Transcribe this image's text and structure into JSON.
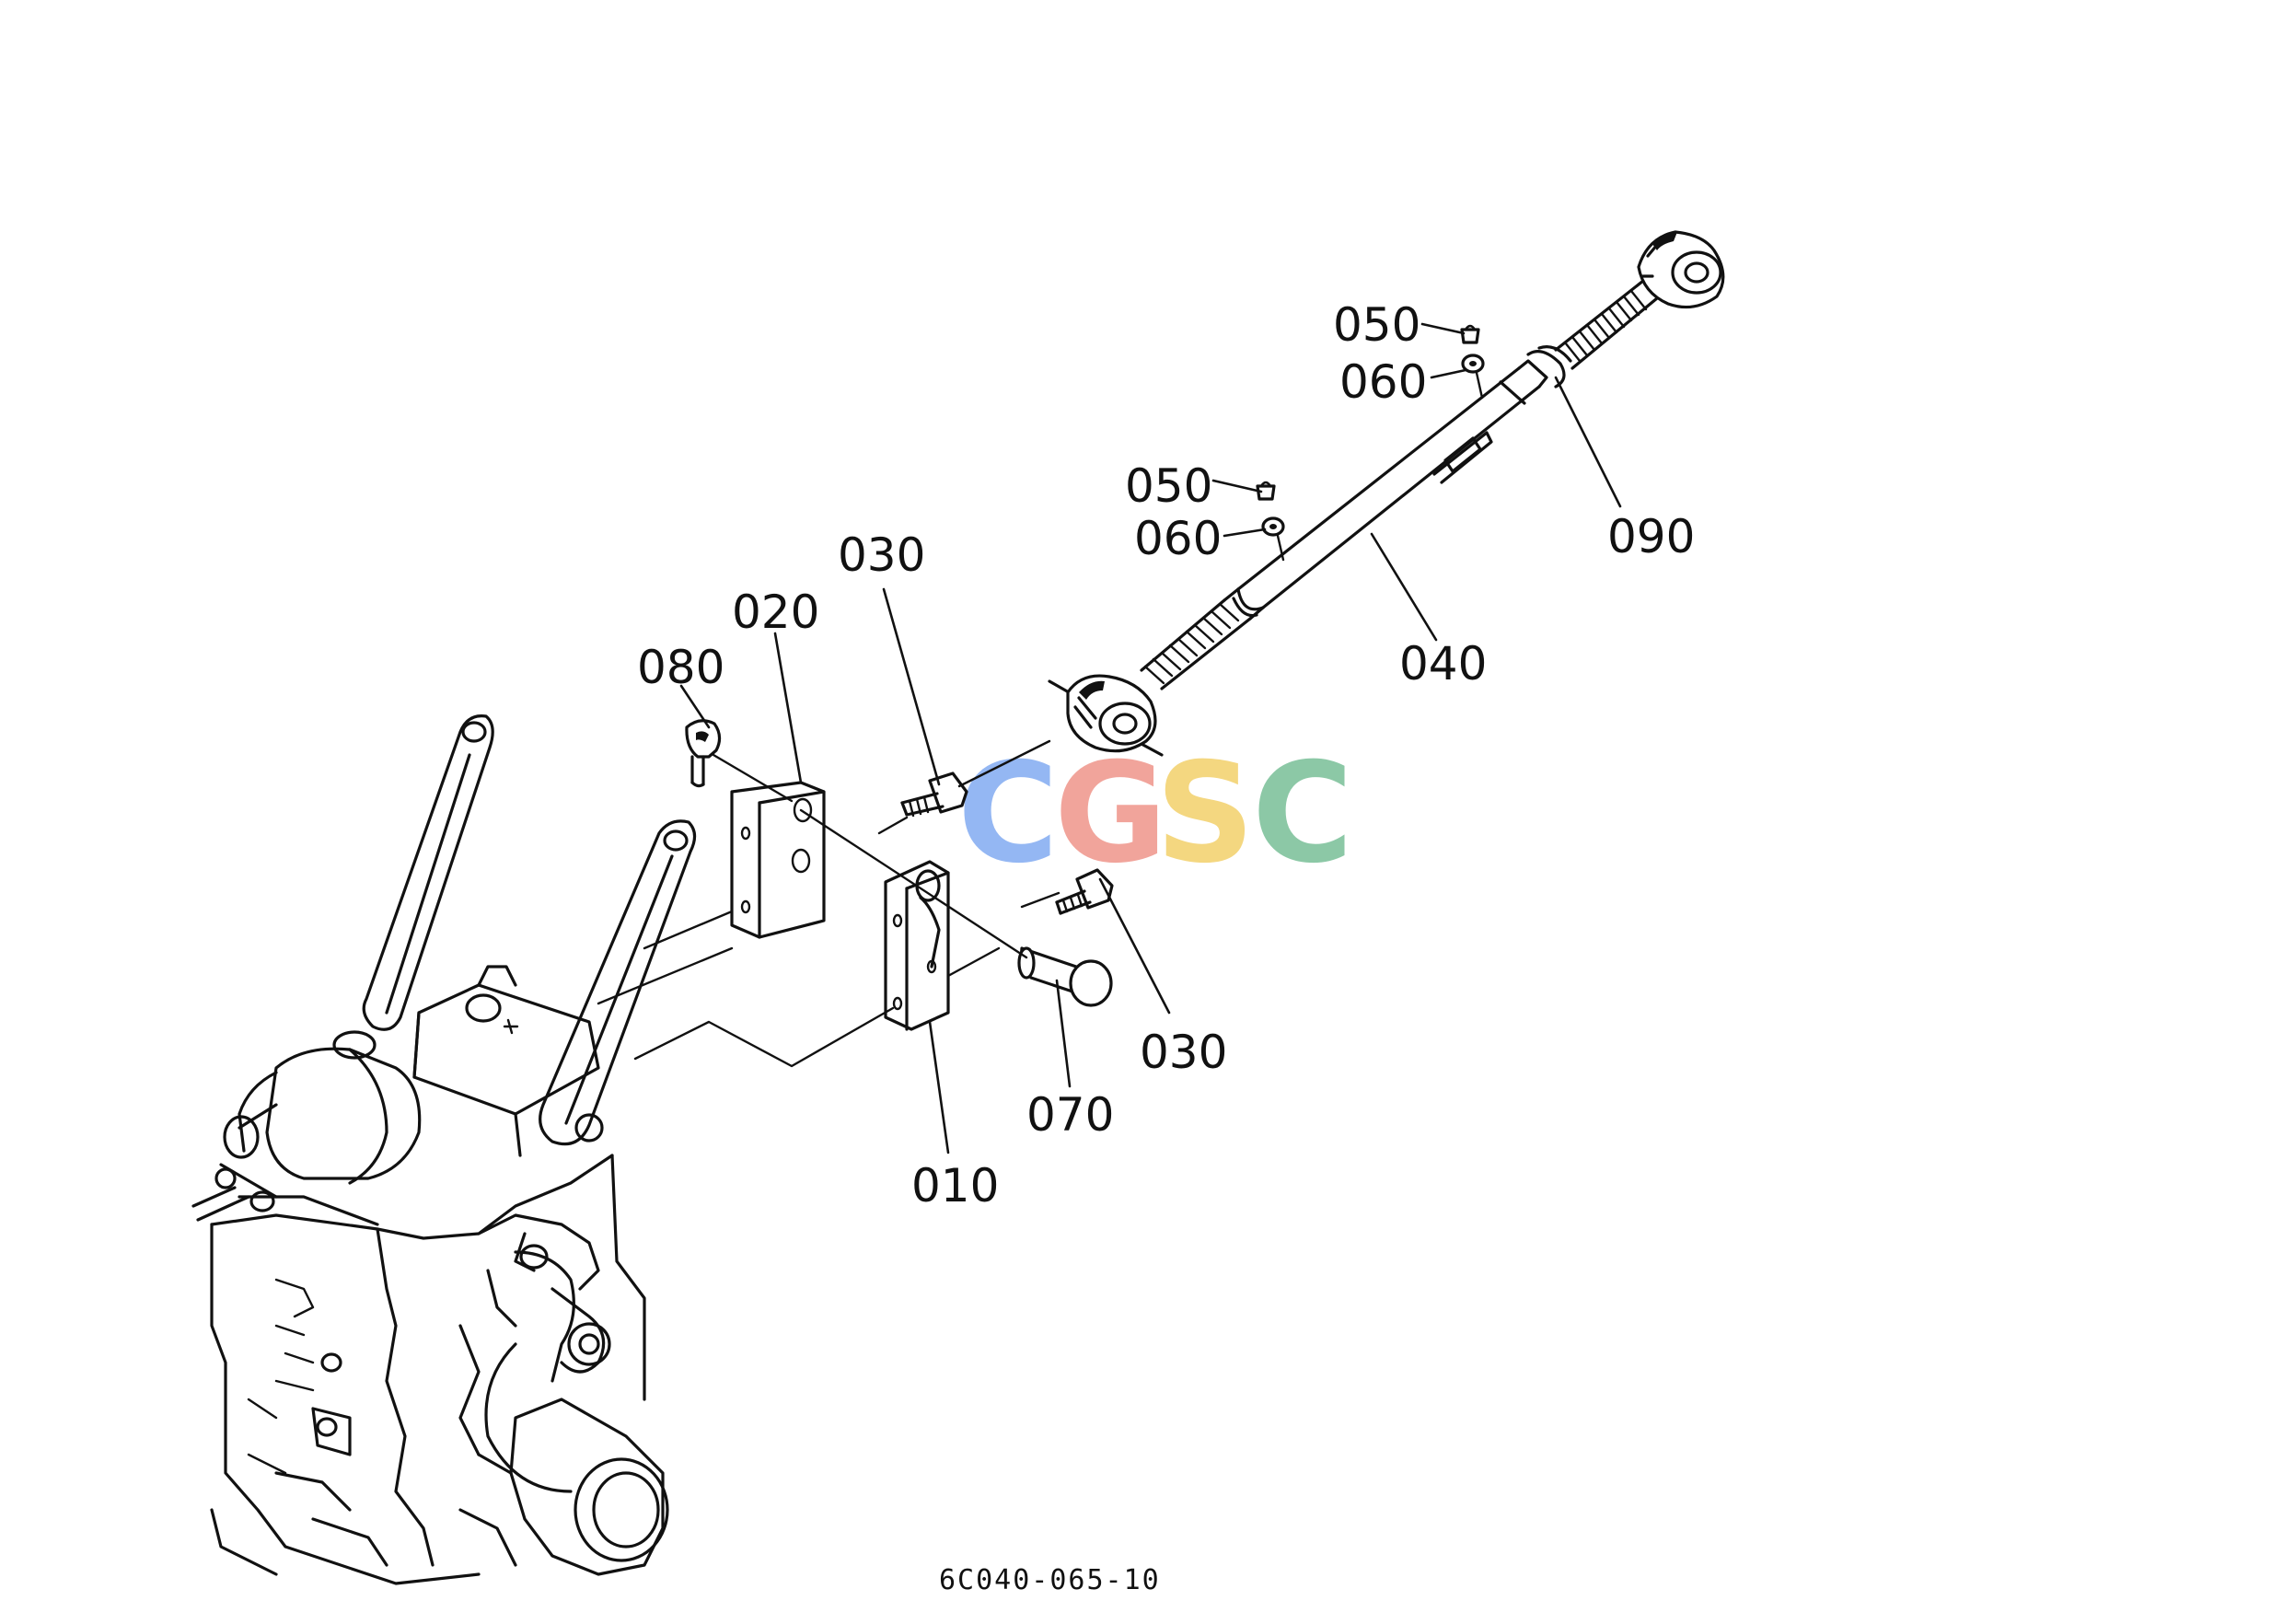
{
  "diagram": {
    "figure_code": "6C040-065-10",
    "watermark": {
      "letters": [
        "C",
        "G",
        "S",
        "C"
      ],
      "colors": [
        "#8fb4f3",
        "#f1a096",
        "#f4d57a",
        "#86c6a2"
      ]
    },
    "callouts": [
      "050",
      "060",
      "050",
      "060",
      "090",
      "030",
      "020",
      "080",
      "040",
      "030",
      "070",
      "010"
    ],
    "line_color": "#111111",
    "background": "#ffffff"
  }
}
